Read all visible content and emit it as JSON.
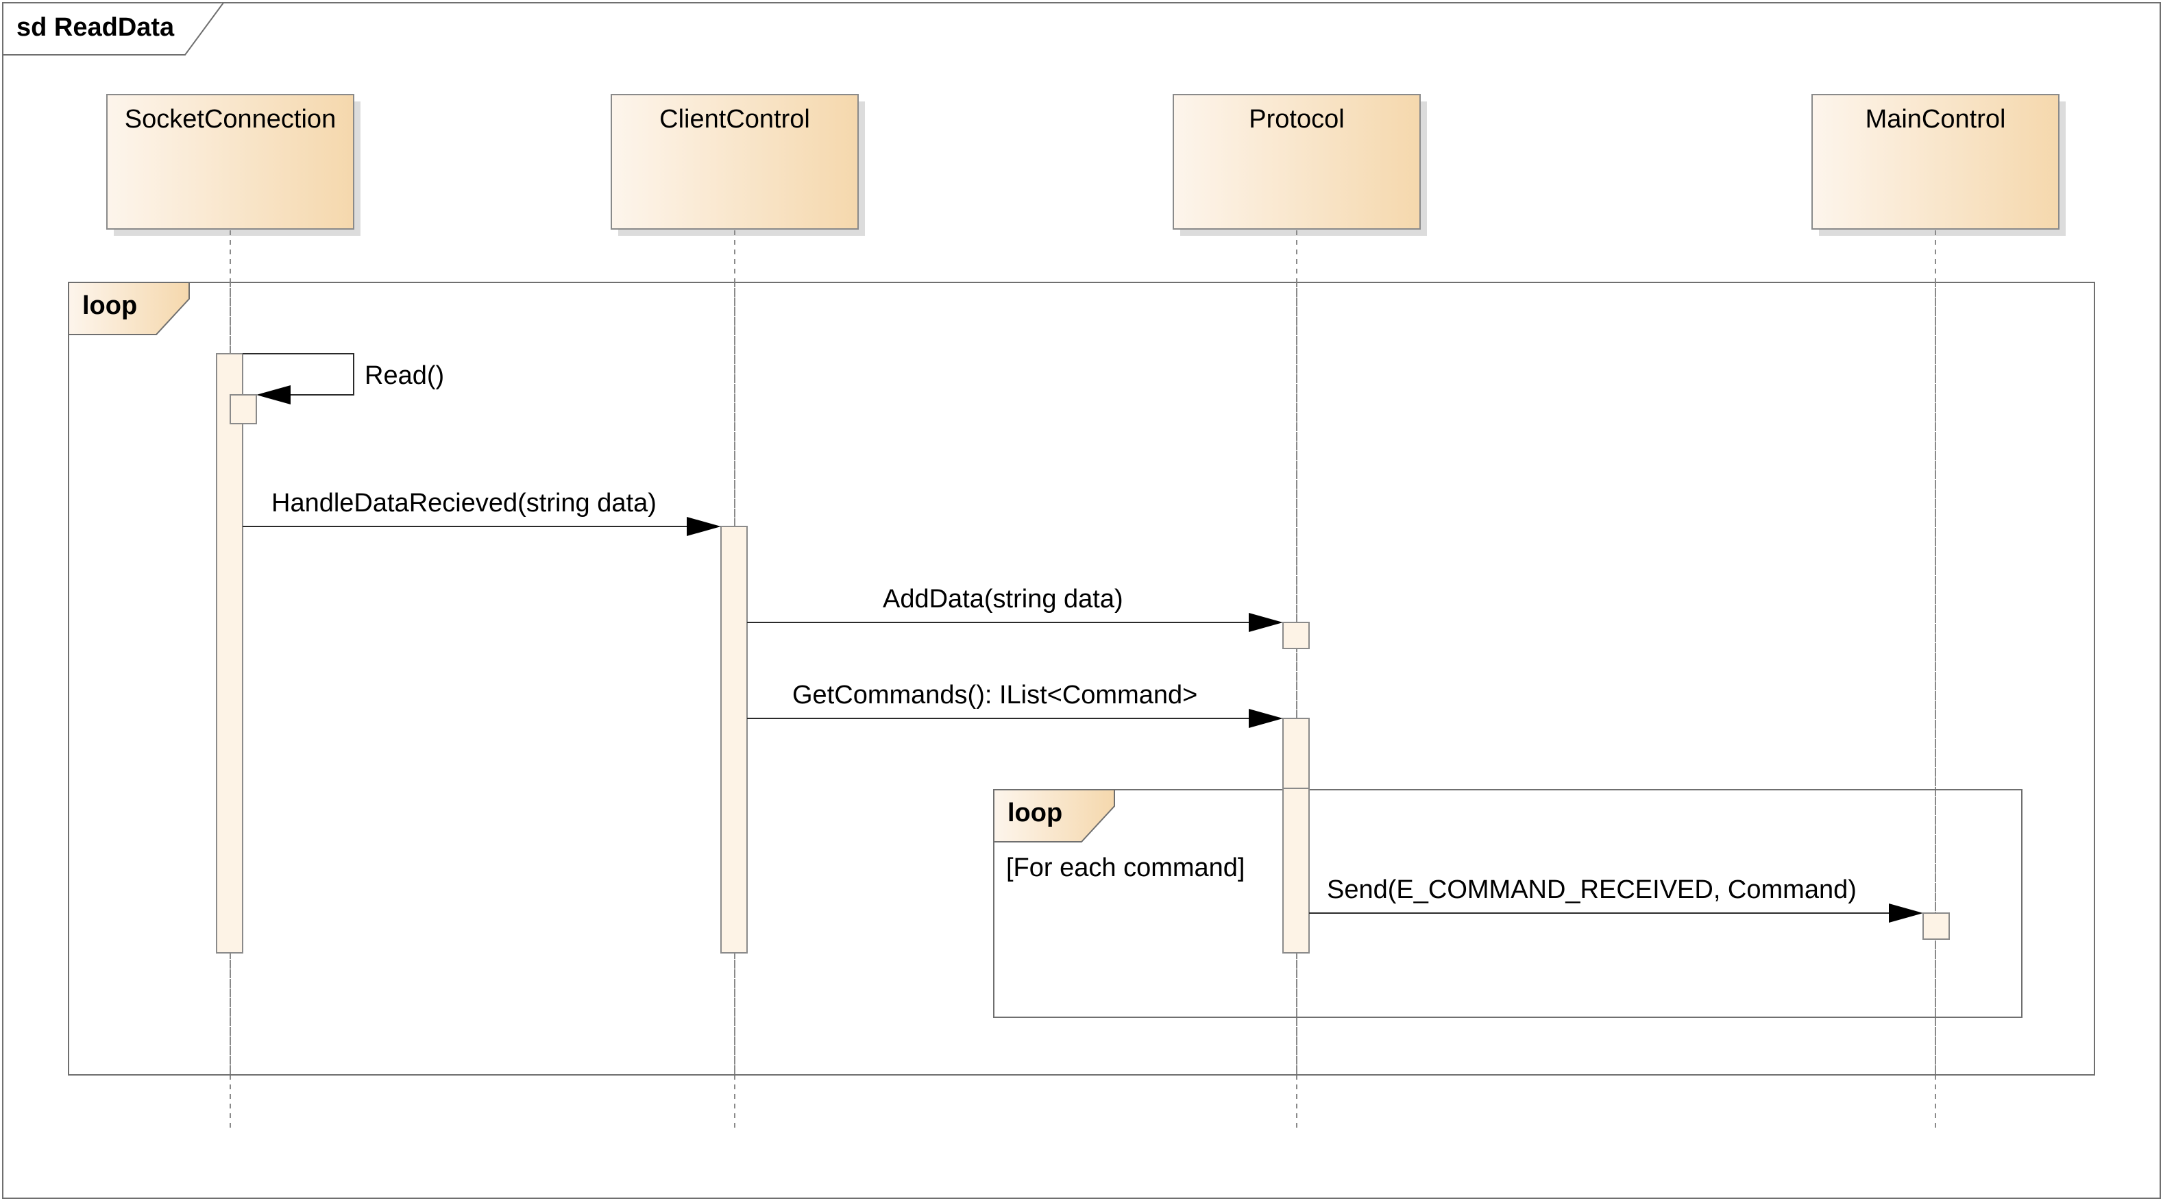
{
  "diagram": {
    "frame_title": "sd ReadData",
    "participants": [
      {
        "name": "SocketConnection"
      },
      {
        "name": "ClientControl"
      },
      {
        "name": "Protocol"
      },
      {
        "name": "MainControl"
      }
    ],
    "fragments": [
      {
        "operator": "loop",
        "guard": ""
      },
      {
        "operator": "loop",
        "guard": "[For each command]"
      }
    ],
    "messages": [
      {
        "from": "SocketConnection",
        "to": "SocketConnection",
        "label": "Read()"
      },
      {
        "from": "SocketConnection",
        "to": "ClientControl",
        "label": "HandleDataRecieved(string data)"
      },
      {
        "from": "ClientControl",
        "to": "Protocol",
        "label": "AddData(string data)"
      },
      {
        "from": "ClientControl",
        "to": "Protocol",
        "label": "GetCommands(): IList<Command>"
      },
      {
        "from": "Protocol",
        "to": "MainControl",
        "label": "Send(E_COMMAND_RECEIVED, Command)"
      }
    ],
    "colors": {
      "participant_fill_start": "#fdf5ec",
      "participant_fill_end": "#f5d8ad",
      "activation_fill": "#fdf3e6",
      "frame_stroke": "#6f6f6f"
    }
  }
}
